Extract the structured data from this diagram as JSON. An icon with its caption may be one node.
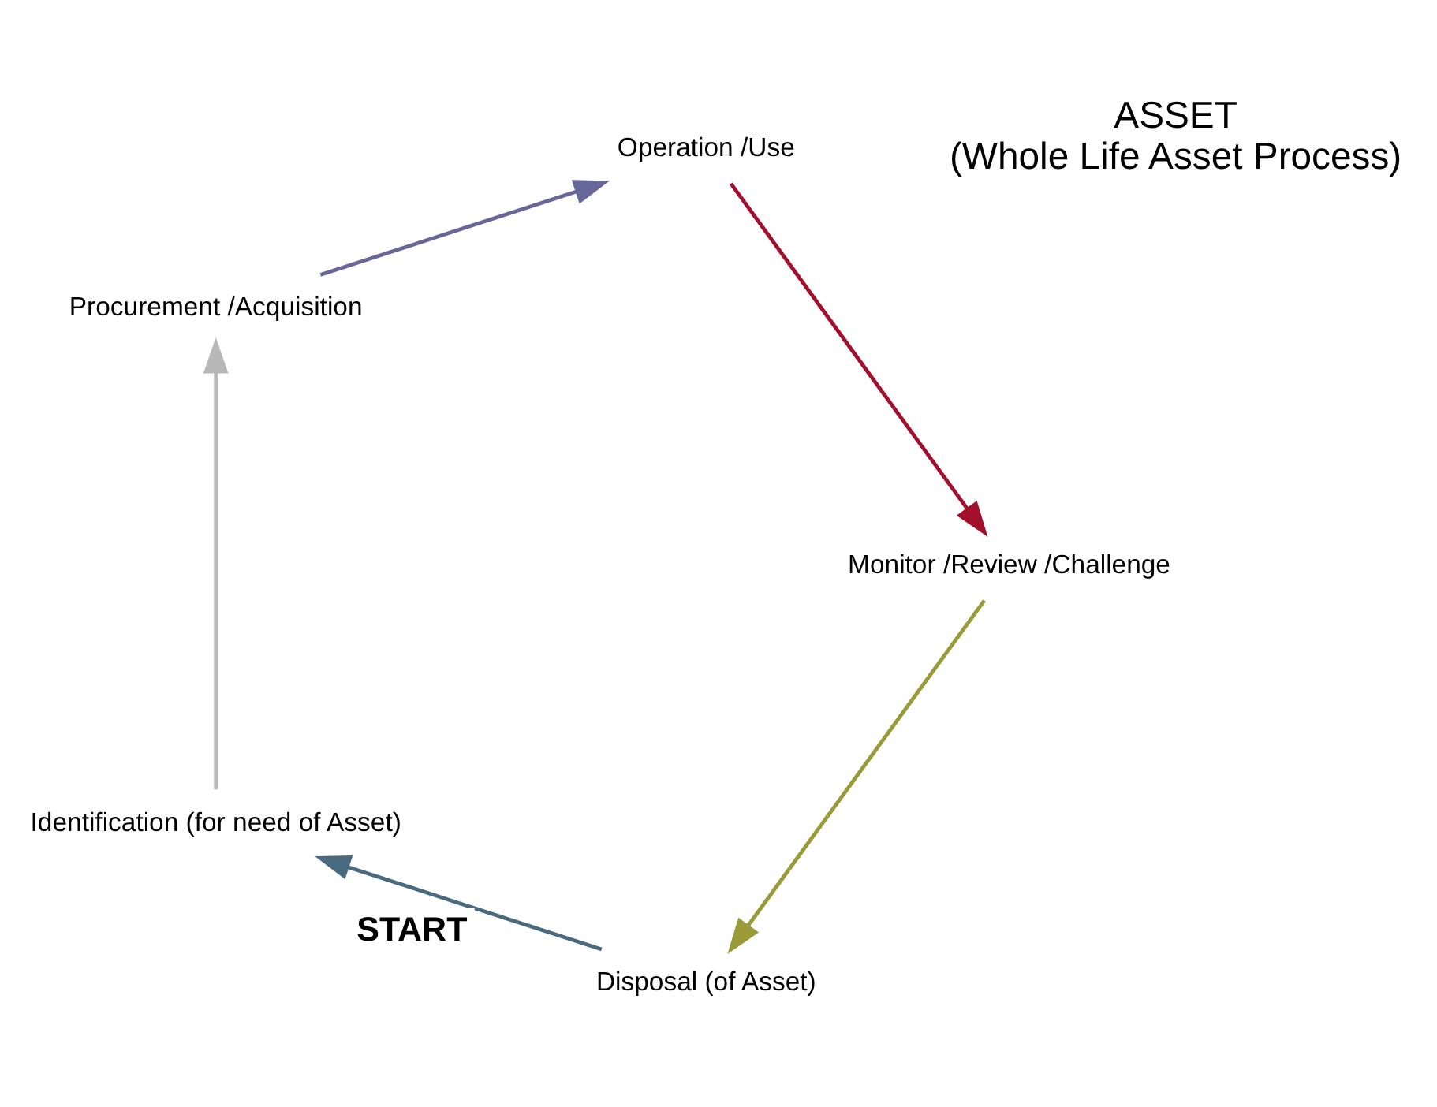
{
  "diagram": {
    "nodes": [
      {
        "text": [
          "Disposal (of Asset)"
        ]
      },
      {
        "text": [
          "Identification (for need of Asset)"
        ]
      },
      {
        "text": [
          "Procurement /Acquisition"
        ]
      },
      {
        "text": [
          "Operation /Use"
        ]
      },
      {
        "text": [
          "Monitor /Review /Challenge"
        ]
      },
      {
        "text": [
          "ASSET",
          "(Whole Life Asset Process)"
        ]
      }
    ],
    "edges": [
      {
        "from": 0,
        "to": 1,
        "arrow": "to",
        "label": "START",
        "color": "#4a6a80"
      },
      {
        "from": 1,
        "to": 2,
        "arrow": "to",
        "color": "#b8b8b8"
      },
      {
        "from": 2,
        "to": 3,
        "arrow": "to",
        "color": "#67679a"
      },
      {
        "from": 3,
        "to": 4,
        "arrow": "to",
        "color": "#a3102c"
      },
      {
        "from": 4,
        "to": 0,
        "arrow": "to",
        "color": "#9a9a38"
      }
    ]
  }
}
